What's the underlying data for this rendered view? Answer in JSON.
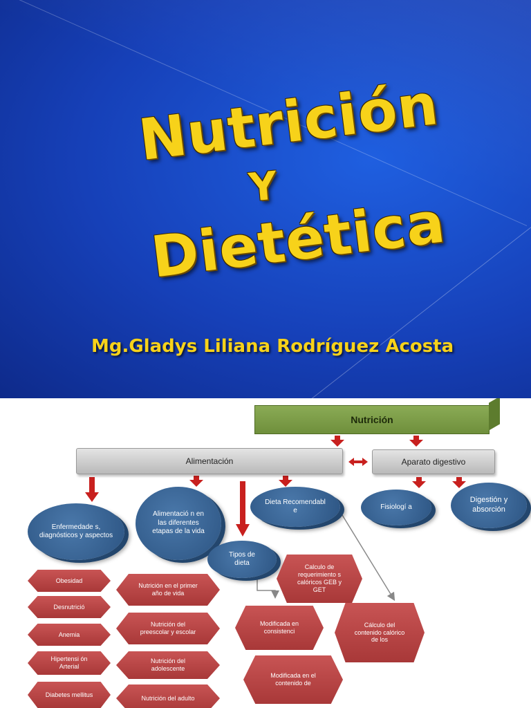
{
  "slide1": {
    "title_line1": "Nutrición",
    "title_line2": "Y",
    "title_line3": "Dietética",
    "author": "Mg.Gladys Liliana Rodríguez Acosta"
  },
  "diagram": {
    "root": "Nutrición",
    "level1": [
      "Alimentación",
      "Aparato digestivo"
    ],
    "ovals": {
      "enfermedades": "Enfermedade s, diagnósticos y aspectos",
      "alimentacion_etapas": "Alimentació n en las diferentes etapas de la vida",
      "tipos_dieta": "Tipos de dieta",
      "dieta_recomendable": "Dieta Recomendabl e",
      "fisiologia": "Fisiologí a",
      "digestion": "Digestión y absorción"
    },
    "enfermedades_items": [
      "Obesidad",
      "Desnutrició",
      "Anemia",
      "Hipertensi ón Arterial",
      "Diabetes mellitus"
    ],
    "etapas_items": [
      "Nutrición en el primer año de vida",
      "Nutrición del preescolar y escolar",
      "Nutrición del adolescente",
      "Nutrición del adulto"
    ],
    "tipos_items": [
      "Modificada en consistenci",
      "Modificada en el contenido de"
    ],
    "dieta_items": [
      "Calculo de requerimiento s calóricos GEB y GET",
      "Cálculo del contenido calórico de los"
    ],
    "colors": {
      "root": "#7a9a45",
      "grey": "#cfcfcf",
      "oval": "#3a6595",
      "hex": "#b84646",
      "arrow": "#c8201e"
    }
  }
}
